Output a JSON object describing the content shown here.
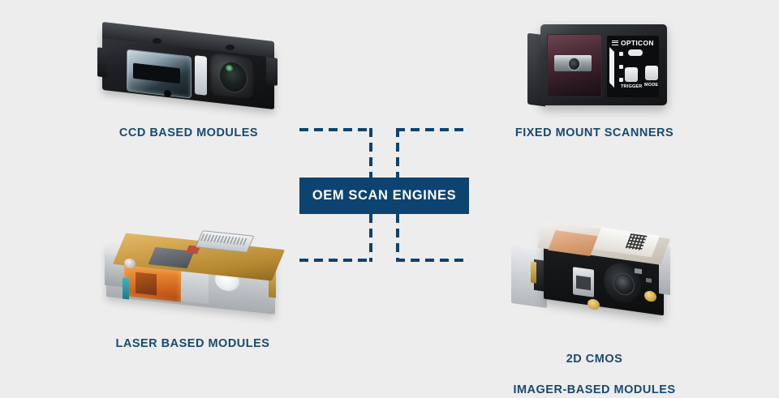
{
  "diagram": {
    "title": "OEM Scan Engines product category diagram",
    "background_color": "#ededed",
    "accent_color": "#0d4370",
    "label_color": "#184a72",
    "hub": {
      "label": "OEM SCAN ENGINES",
      "background_color": "#0d4370",
      "text_color": "#ffffff"
    },
    "nodes": [
      {
        "id": "ccd-based-modules",
        "label": "CCD BASED MODULES",
        "position": "top-left",
        "image_alt": "Black rectangular CCD barcode scan engine module with lens and clear optical window"
      },
      {
        "id": "fixed-mount-scanners",
        "label": "FIXED MOUNT SCANNERS",
        "position": "top-right",
        "image_alt": "Black cube-shaped Opticon fixed mount scanner with dark red scan window and control panel",
        "device_markings": {
          "brand": "OPTICON",
          "brand_icon": "hamburger-logo-icon",
          "buttons": [
            "TRIGGER",
            "MODE"
          ]
        }
      },
      {
        "id": "laser-based-modules",
        "label": "LASER BASED MODULES",
        "position": "bottom-left",
        "image_alt": "Laser scan engine with gold PCB, silver metal housing and orange illuminated interior cavity"
      },
      {
        "id": "2d-cmos-imager-based-modules",
        "label": "2D CMOS\nIMAGER-BASED MODULES",
        "label_line_1": "2D CMOS",
        "label_line_2": "IMAGER-BASED MODULES",
        "position": "bottom-right",
        "image_alt": "Compact 2D CMOS imager scan engine module with lens, illumination optics and printed label"
      }
    ],
    "connectors": {
      "style": "dashed",
      "color": "#0d4370",
      "description": "Dashed elbow connectors linking the four product nodes to the central OEM Scan Engines hub"
    }
  }
}
